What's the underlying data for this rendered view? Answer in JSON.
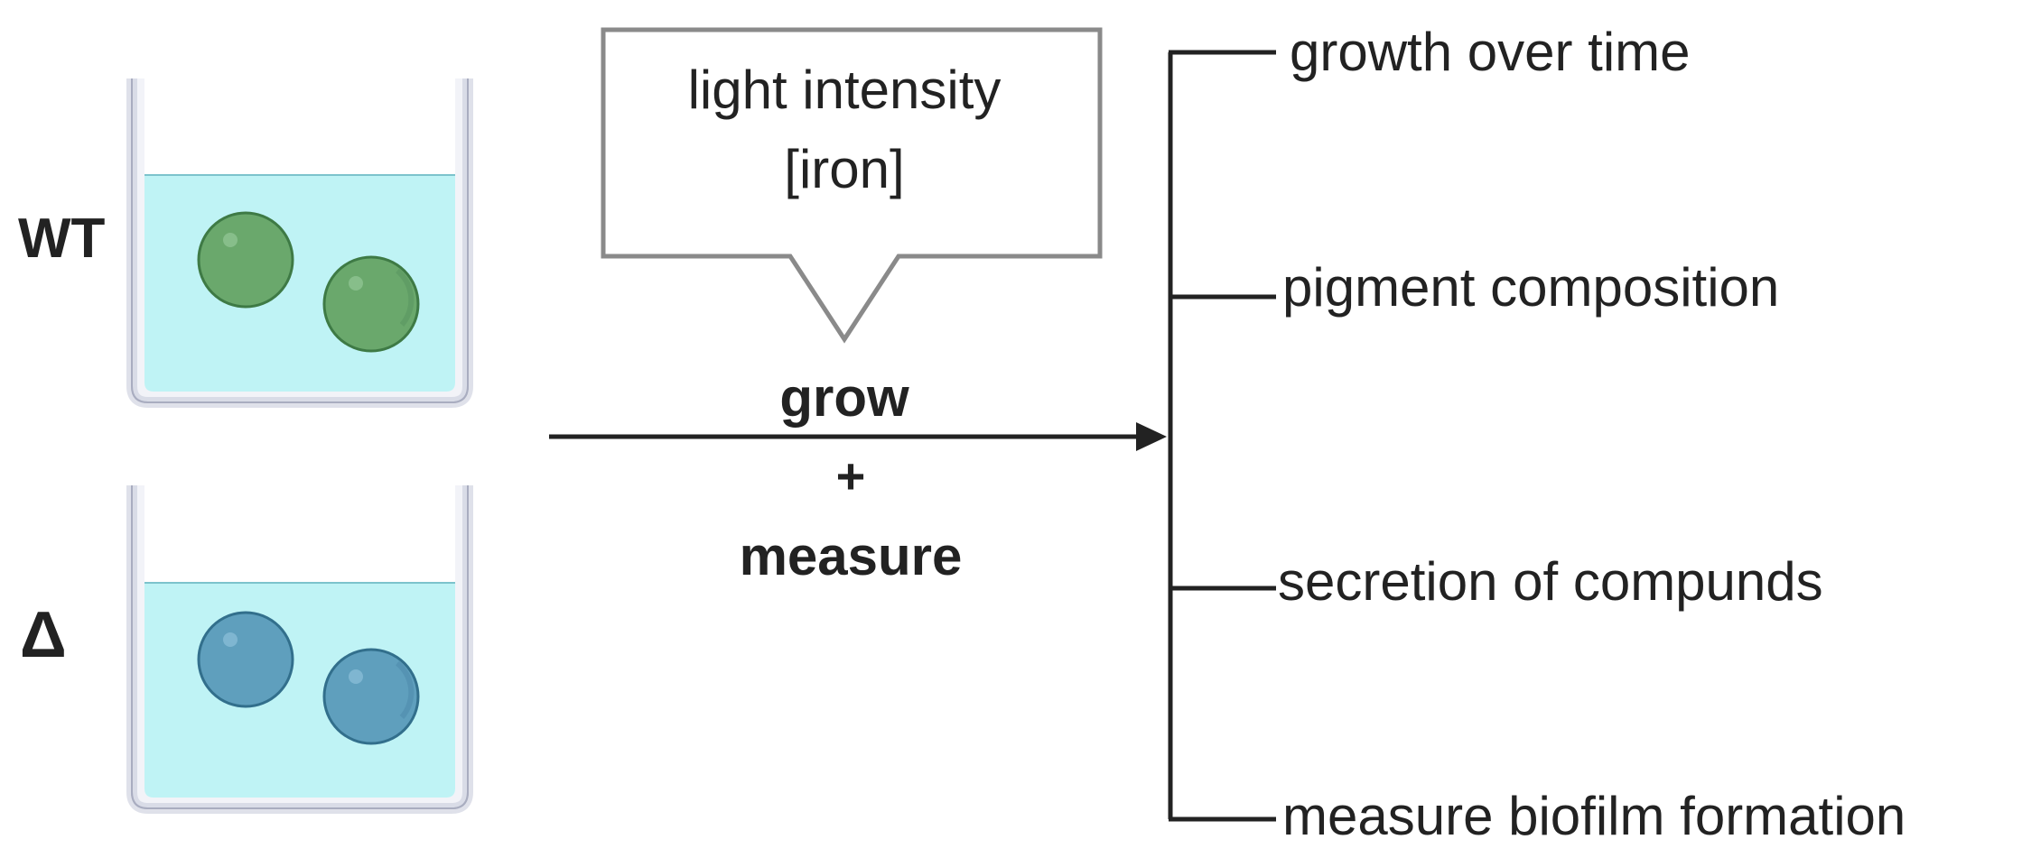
{
  "strain_labels": {
    "wild_type": "WT",
    "mutant": "Δ"
  },
  "callout": {
    "line1": "light intensity",
    "line2": "[iron]"
  },
  "process": {
    "step1": "grow",
    "plus": "+",
    "step2": "measure"
  },
  "outcomes": [
    "growth over time",
    "pigment composition",
    "secretion of compunds",
    "measure biofilm formation"
  ],
  "colors": {
    "medium": "#bff3f5",
    "beaker_wall": "#d6d9e6",
    "wt_cell": "#6aa86c",
    "mutant_cell": "#5f9fbd",
    "line": "#222222",
    "callout_border": "#8a8a8a"
  }
}
